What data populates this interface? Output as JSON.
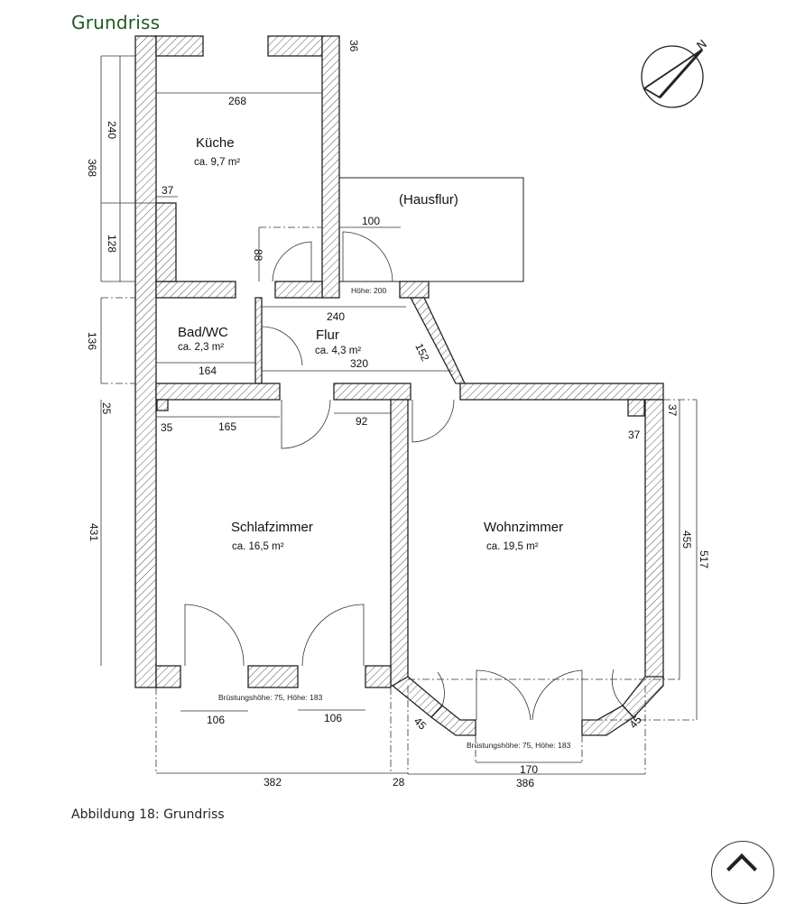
{
  "title": "Grundriss",
  "caption": "Abbildung 18: Grundriss",
  "rooms": {
    "kueche": {
      "name": "Küche",
      "area": "ca. 9,7 m²"
    },
    "hausflur": {
      "name": "(Hausflur)"
    },
    "bad": {
      "name": "Bad/WC",
      "area": "ca. 2,3 m²"
    },
    "flur": {
      "name": "Flur",
      "area": "ca. 4,3 m²"
    },
    "schlafzimmer": {
      "name": "Schlafzimmer",
      "area": "ca. 16,5 m²"
    },
    "wohnzimmer": {
      "name": "Wohnzimmer",
      "area": "ca. 19,5 m²"
    }
  },
  "dimensions": {
    "d36": "36",
    "d268": "268",
    "d240a": "240",
    "d368": "368",
    "d37a": "37",
    "d128": "128",
    "d88": "88",
    "d100": "100",
    "d240b": "240",
    "d136": "136",
    "d152": "152",
    "d320": "320",
    "d164": "164",
    "d25": "25",
    "d35": "35",
    "d165": "165",
    "d92": "92",
    "d37b": "37",
    "d37c": "37",
    "d431": "431",
    "d455": "455",
    "d517": "517",
    "d106a": "106",
    "d106b": "106",
    "d45a": "45",
    "d45b": "45",
    "d170": "170",
    "d382": "382",
    "d28": "28",
    "d386": "386"
  },
  "notes": {
    "hoehe_door": "Höhe: 200",
    "window_schlaf": "Brüstungshöhe: 75, Höhe: 183",
    "window_wohn": "Brüstungshöhe: 75, Höhe: 183"
  },
  "compass": {
    "label": "N"
  }
}
